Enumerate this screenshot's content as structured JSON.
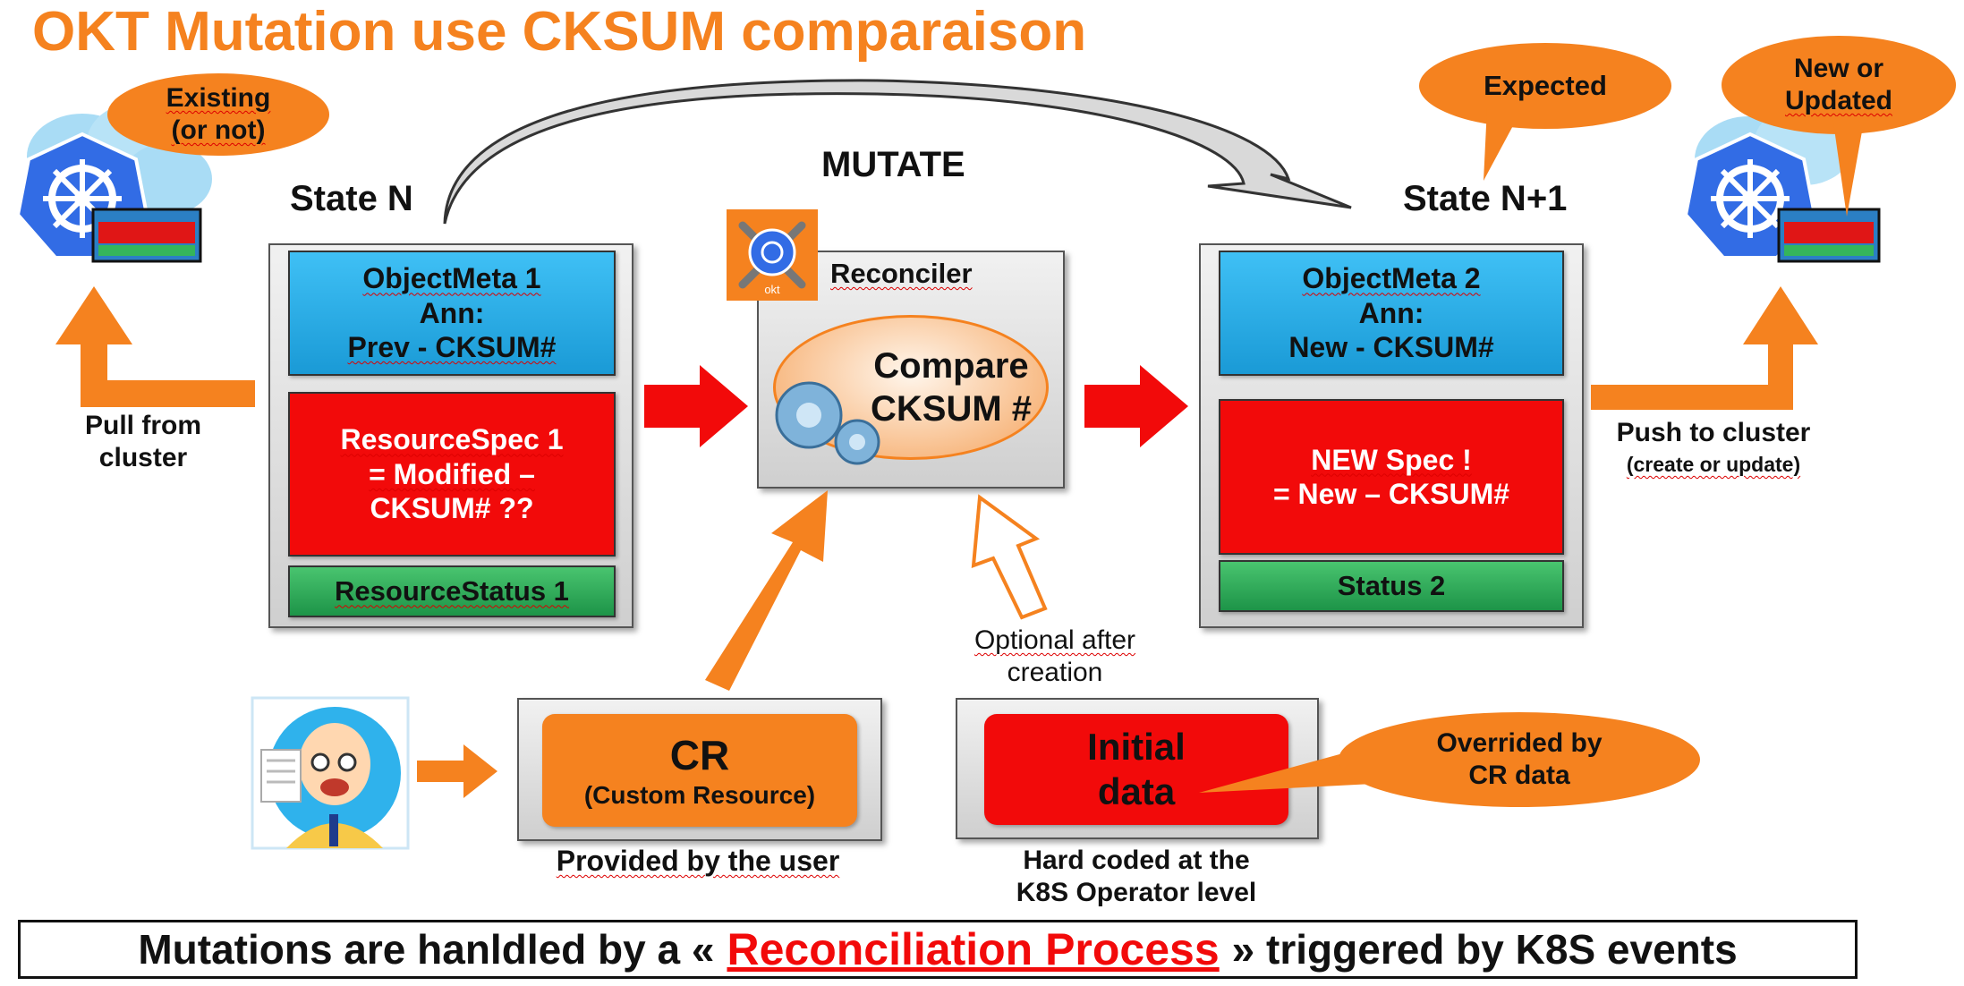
{
  "title": "OKT Mutation use CKSUM comparaison",
  "mutate_label": "MUTATE",
  "left_cluster": {
    "bubble_lines": [
      "Existing",
      "(or not)"
    ]
  },
  "right_cluster": {
    "bubble_lines": [
      "New or",
      "Updated"
    ]
  },
  "expected_bubble": "Expected",
  "state_n": {
    "label": "State N",
    "meta_lines": [
      "ObjectMeta 1",
      "Ann:",
      "Prev - CKSUM#"
    ],
    "spec_lines": [
      "ResourceSpec 1",
      "= Modified –",
      "CKSUM# ??"
    ],
    "status": "ResourceStatus 1"
  },
  "state_n1": {
    "label": "State N+1",
    "meta_lines": [
      "ObjectMeta 2",
      "Ann:",
      "New - CKSUM#"
    ],
    "spec_lines": [
      "NEW Spec !",
      "= New – CKSUM#"
    ],
    "status": "Status 2"
  },
  "reconciler": {
    "title": "Reconciler",
    "logo_text": "okt",
    "compare_lines": [
      "Compare",
      "CKSUM #"
    ]
  },
  "pull_lines": [
    "Pull from",
    "cluster"
  ],
  "push_lines": [
    "Push to cluster",
    "(create or update)"
  ],
  "optional_lines": [
    "Optional after",
    "creation"
  ],
  "cr": {
    "title": "CR",
    "subtitle": "(Custom Resource)",
    "caption": "Provided by the user"
  },
  "initial": {
    "lines": [
      "Initial",
      "data"
    ],
    "caption_lines": [
      "Hard coded at the",
      "K8S Operator level"
    ]
  },
  "override_lines": [
    "Overrided by",
    "CR data"
  ],
  "footer": {
    "before": "Mutations are hanldled by a «",
    "highlight": "Reconciliation Process",
    "after": "» triggered by K8S events"
  },
  "colors": {
    "accent_orange": "#F5821F",
    "red": "#F20A0A",
    "blue": "#1A9AD6",
    "green": "#1D9448"
  },
  "icons": [
    "kubernetes-cluster-icon",
    "gears-icon",
    "okt-logo-icon",
    "user-avatar-icon"
  ]
}
